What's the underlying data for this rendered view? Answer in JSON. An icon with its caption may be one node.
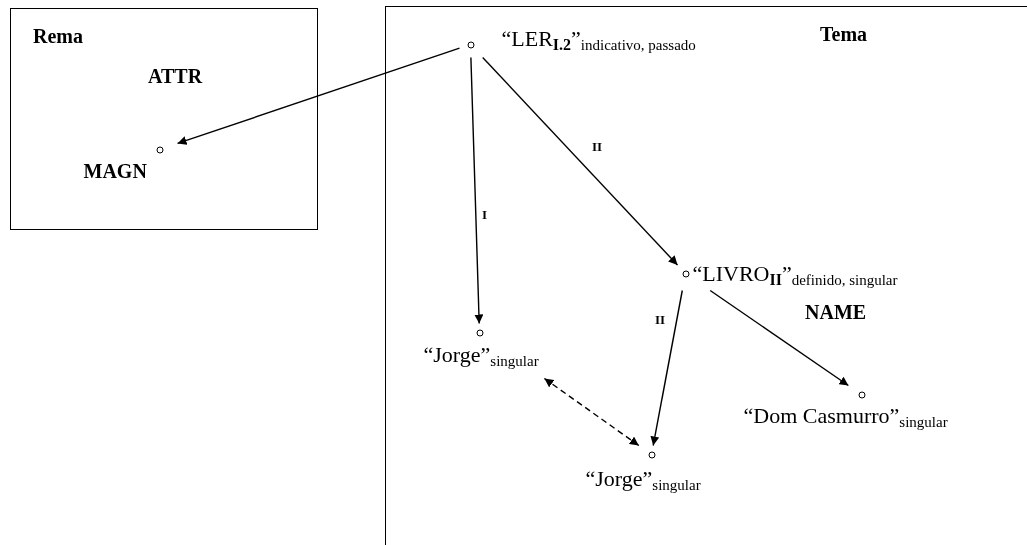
{
  "diagram": {
    "nodes": [
      {
        "text": [
          "Rema"
        ]
      },
      {
        "text": [
          "MAGN"
        ],
        "in": 0
      },
      {
        "text": [
          "Tema"
        ]
      },
      {
        "text": [
          "“LER$_{I.2}$”$_{indicativo, passado}$"
        ],
        "in": 2
      },
      {
        "text": [
          "“LIVRO$_{II}$”$_{definido, singular}$"
        ],
        "in": 2
      },
      {
        "text": [
          "“Jorge”$_{singular}$"
        ],
        "in": 2
      },
      {
        "text": [
          "“Jorge”$_{singular}$"
        ],
        "in": 2
      },
      {
        "text": [
          "“Dom Casmurro”$_{singular}$"
        ],
        "in": 2
      }
    ],
    "edges": [
      {
        "from": 3,
        "to": 1,
        "arrow": "to",
        "label": "ATTR"
      },
      {
        "from": 3,
        "to": 5,
        "arrow": "to",
        "label": "I"
      },
      {
        "from": 3,
        "to": 4,
        "arrow": "to",
        "label": "II"
      },
      {
        "from": 4,
        "to": 6,
        "arrow": "to",
        "label": "II"
      },
      {
        "from": 4,
        "to": 7,
        "arrow": "to",
        "label": "NAME"
      },
      {
        "from": 5,
        "to": 6,
        "arrow": "both",
        "style": "dashed"
      }
    ]
  }
}
